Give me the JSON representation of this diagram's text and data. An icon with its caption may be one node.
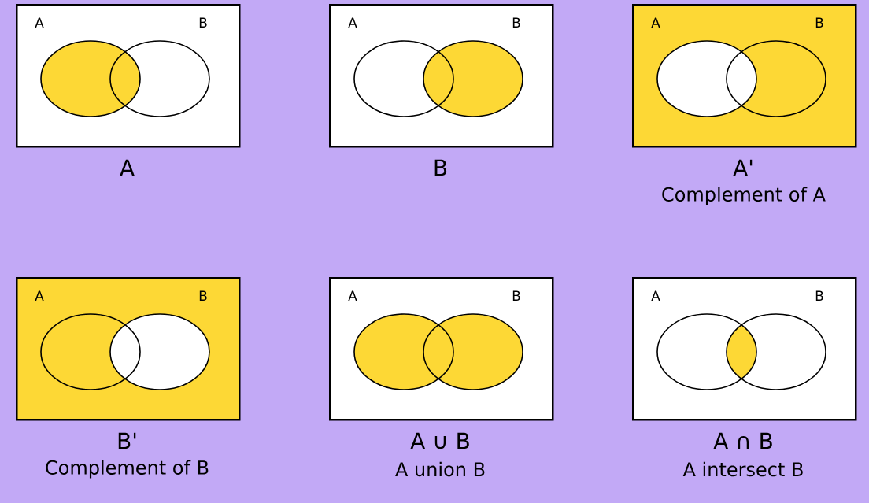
{
  "diagram": {
    "nodes": [
      {
        "text": [],
        "shape": "box",
        "beside": [
          "A"
        ]
      },
      {
        "text": [
          "A"
        ],
        "in": 0
      },
      {
        "text": [
          "B"
        ],
        "in": 0
      },
      {
        "text": [],
        "shape": "box",
        "beside": [
          "B"
        ]
      },
      {
        "text": [
          "A"
        ],
        "in": 3
      },
      {
        "text": [
          "B"
        ],
        "in": 3
      },
      {
        "text": [],
        "shape": "box",
        "beside": [
          "A'",
          "Complement of A"
        ]
      },
      {
        "text": [
          "A"
        ],
        "in": 6
      },
      {
        "text": [
          "B"
        ],
        "in": 6
      },
      {
        "text": [],
        "shape": "box",
        "beside": [
          "B'",
          "Complement of B"
        ]
      },
      {
        "text": [
          "A"
        ],
        "in": 9
      },
      {
        "text": [
          "B"
        ],
        "in": 9
      },
      {
        "text": [],
        "shape": "box",
        "beside": [
          "A ∪ B",
          "A union B"
        ]
      },
      {
        "text": [
          "A"
        ],
        "in": 12
      },
      {
        "text": [
          "B"
        ],
        "in": 12
      },
      {
        "text": [],
        "shape": "box",
        "beside": [
          "A ∩ B",
          "A intersect B"
        ]
      },
      {
        "text": [
          "A"
        ],
        "in": 15
      },
      {
        "text": [
          "B"
        ],
        "in": 15
      }
    ]
  }
}
